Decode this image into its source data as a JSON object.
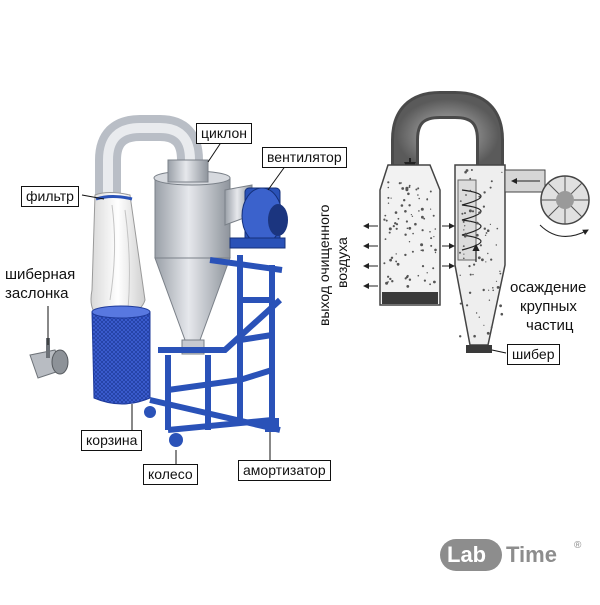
{
  "labels": {
    "cyclone": "циклон",
    "fan": "вентилятор",
    "filter": "фильтр",
    "gate_valve_line1": "шиберная",
    "gate_valve_line2": "заслонка",
    "basket": "корзина",
    "wheel": "колесо",
    "shock_absorber": "амортизатор",
    "air_out_line1": "выход очищенного",
    "air_out_line2": "воздуха",
    "settle_line1": "осаждение",
    "settle_line2": "крупных",
    "settle_line3": "частиц",
    "gate": "шибер"
  },
  "logo": {
    "lab": "Lab",
    "time": "Time",
    "reg": "®"
  },
  "colors": {
    "frame_blue": "#2a52b8",
    "basket_blue": "#3b5fd0",
    "steel_gray": "#c9ccd2",
    "filter_white": "#f4f4f4",
    "logo_gray": "#8d8d8d"
  }
}
